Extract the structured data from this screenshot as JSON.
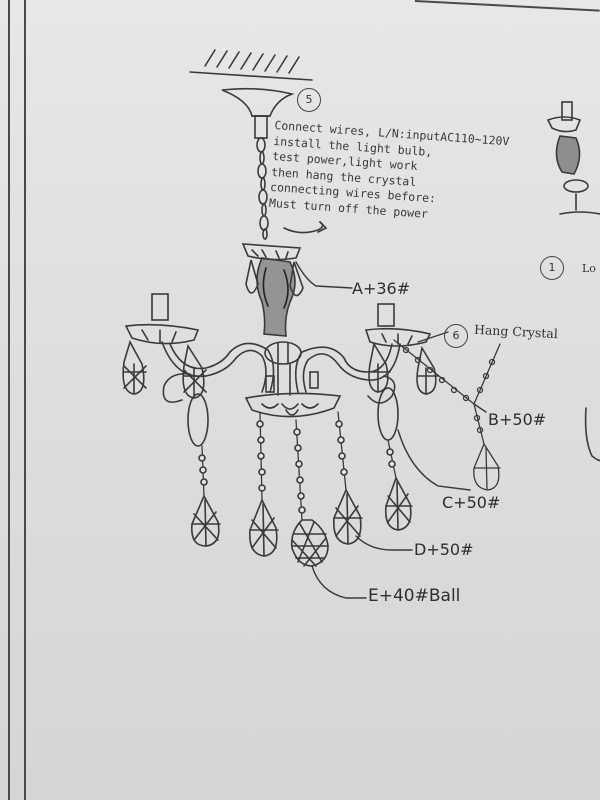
{
  "steps": {
    "five": {
      "number": "5",
      "lines": [
        "Connect wires, L/N:inputAC110~120V",
        "install the light bulb,",
        "test power,light work",
        "then hang the crystal",
        "connecting wires before:",
        "Must turn off the power"
      ]
    },
    "six": {
      "number": "6",
      "label": "Hang Crystal"
    },
    "one": {
      "number": "1",
      "label": "Lo"
    }
  },
  "parts": {
    "a": "A+36#",
    "b": "B+50#",
    "c": "C+50#",
    "d": "D+50#",
    "e": "E+40#Ball"
  },
  "colors": {
    "paper": "#dfe2e1",
    "ink": "#3a3a3a"
  }
}
